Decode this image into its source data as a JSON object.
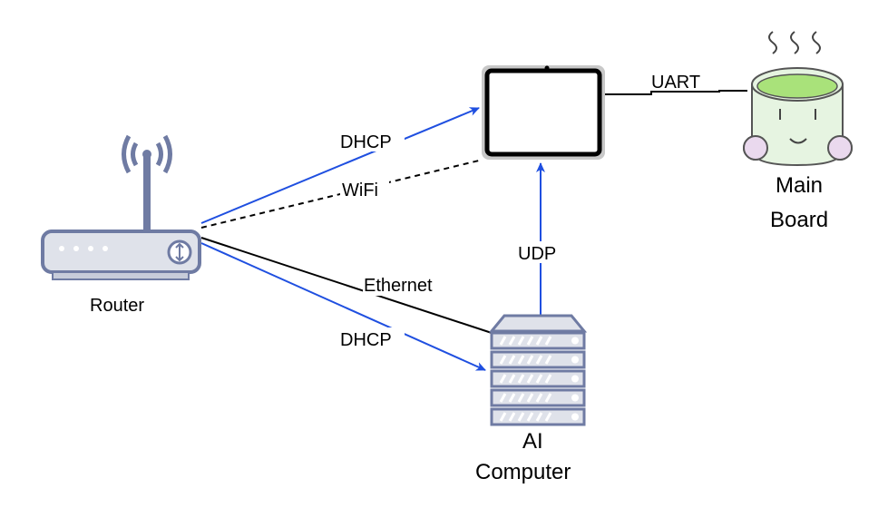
{
  "nodes": {
    "router": {
      "label": "Router"
    },
    "tablet": {
      "label": ""
    },
    "main_board": {
      "label_line1": "Main",
      "label_line2": "Board"
    },
    "ai_computer": {
      "label_line1": "AI",
      "label_line2": "Computer"
    }
  },
  "edges": {
    "router_tablet_dhcp": {
      "label": "DHCP"
    },
    "router_tablet_wifi": {
      "label": "WiFi"
    },
    "router_ai_ethernet": {
      "label": "Ethernet"
    },
    "router_ai_dhcp": {
      "label": "DHCP"
    },
    "ai_tablet_udp": {
      "label": "UDP"
    },
    "tablet_board_uart": {
      "label": "UART"
    }
  },
  "colors": {
    "blue_arrow": "#1f4fe0",
    "device_fill": "#dfe2ea",
    "device_stroke": "#6f7ba3",
    "board_fill": "#e6f4e1",
    "board_top": "#a9e27a",
    "board_stroke": "#555555",
    "cheek": "#ead9ee"
  }
}
